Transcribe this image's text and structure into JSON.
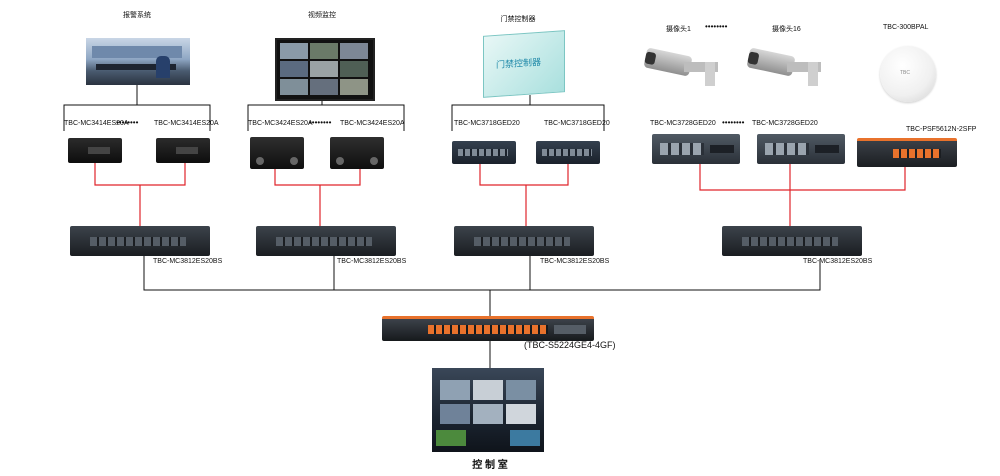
{
  "top_nodes": {
    "alarm": {
      "title": "报警系统",
      "left_device": "TBC-MC3414ES20A",
      "right_device": "TBC-MC3414ES20A"
    },
    "video": {
      "title": "视频监控",
      "left_device": "TBC-MC3424ES20A",
      "right_device": "TBC-MC3424ES20A"
    },
    "access": {
      "title": "门禁控制器",
      "panel_text": "门禁控制器",
      "left_device": "TBC-MC3718GED20",
      "right_device": "TBC-MC3718GED20"
    },
    "cameras": {
      "cam1": "摄像头1",
      "cam16": "摄像头16",
      "left_device": "TBC-MC3728GED20",
      "right_device": "TBC-MC3728GED20"
    },
    "ap": {
      "title": "TBC-300BPAL",
      "device": "TBC-PSF5612N-2SFP",
      "ap_text": "TBC"
    }
  },
  "aggregators": [
    "TBC-MC3812ES20BS",
    "TBC-MC3812ES20BS",
    "TBC-MC3812ES20BS",
    "TBC-MC3812ES20BS"
  ],
  "core_switch": "(TBC-S5224GE4-4GF)",
  "control_room": "控 制 室",
  "dots": "••••••••",
  "colors": {
    "red_link": "#e0242b",
    "black_link": "#111111"
  }
}
